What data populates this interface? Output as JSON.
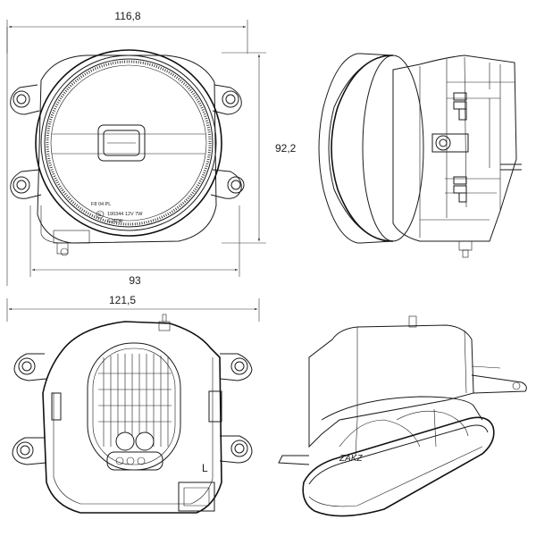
{
  "dimensions": {
    "front_width": "116,8",
    "front_height": "92,2",
    "front_bottom_width": "93",
    "rear_width": "121,5"
  },
  "lamp_markings": {
    "line1": "F8 04 PL",
    "line2": "190344 12V 7W",
    "line3": "SJADE",
    "approval_mark": "E"
  },
  "rear_side_marker": "L",
  "bottom_logo": "ZAKZ"
}
